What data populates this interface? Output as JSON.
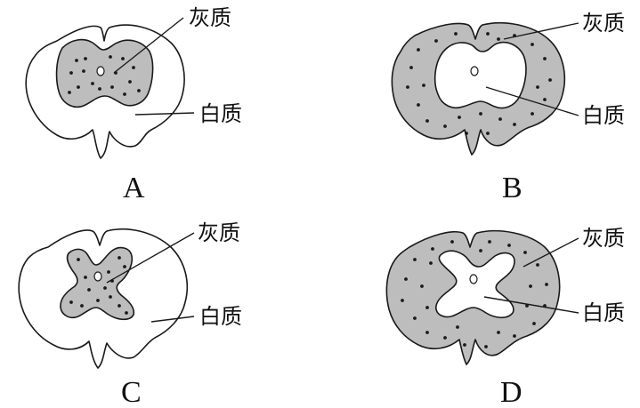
{
  "labels": {
    "gray_matter": "灰质",
    "white_matter": "白质"
  },
  "panels": [
    {
      "id": "A",
      "letter": "A"
    },
    {
      "id": "B",
      "letter": "B"
    },
    {
      "id": "C",
      "letter": "C"
    },
    {
      "id": "D",
      "letter": "D"
    }
  ],
  "colors": {
    "gray_matter_fill": "#bdbdbd",
    "white_matter_fill": "#ffffff",
    "line": "#1a1a1a"
  }
}
